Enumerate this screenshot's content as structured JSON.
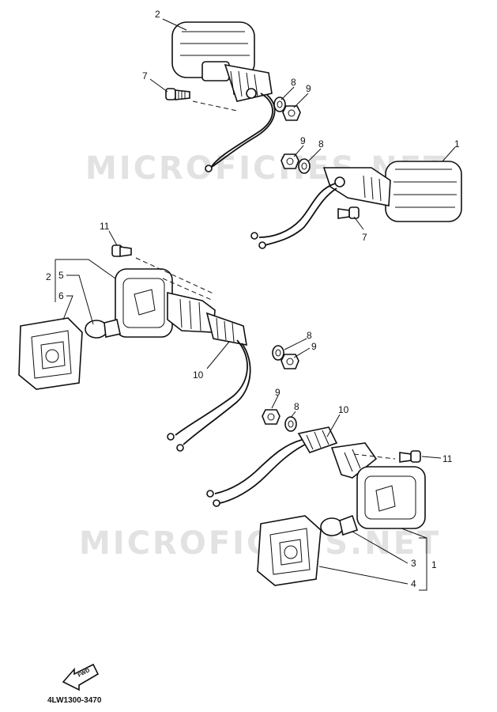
{
  "watermark": {
    "text": "MICROFICHES.NET"
  },
  "callouts": {
    "n1": "1",
    "n2": "2",
    "n3": "3",
    "n4": "4",
    "n5": "5",
    "n6": "6",
    "n7": "7",
    "n8": "8",
    "n9": "9",
    "n10": "10",
    "n11": "11"
  },
  "direction_badge": {
    "text": "FWD"
  },
  "drawing_code": "4LW1300-3470"
}
